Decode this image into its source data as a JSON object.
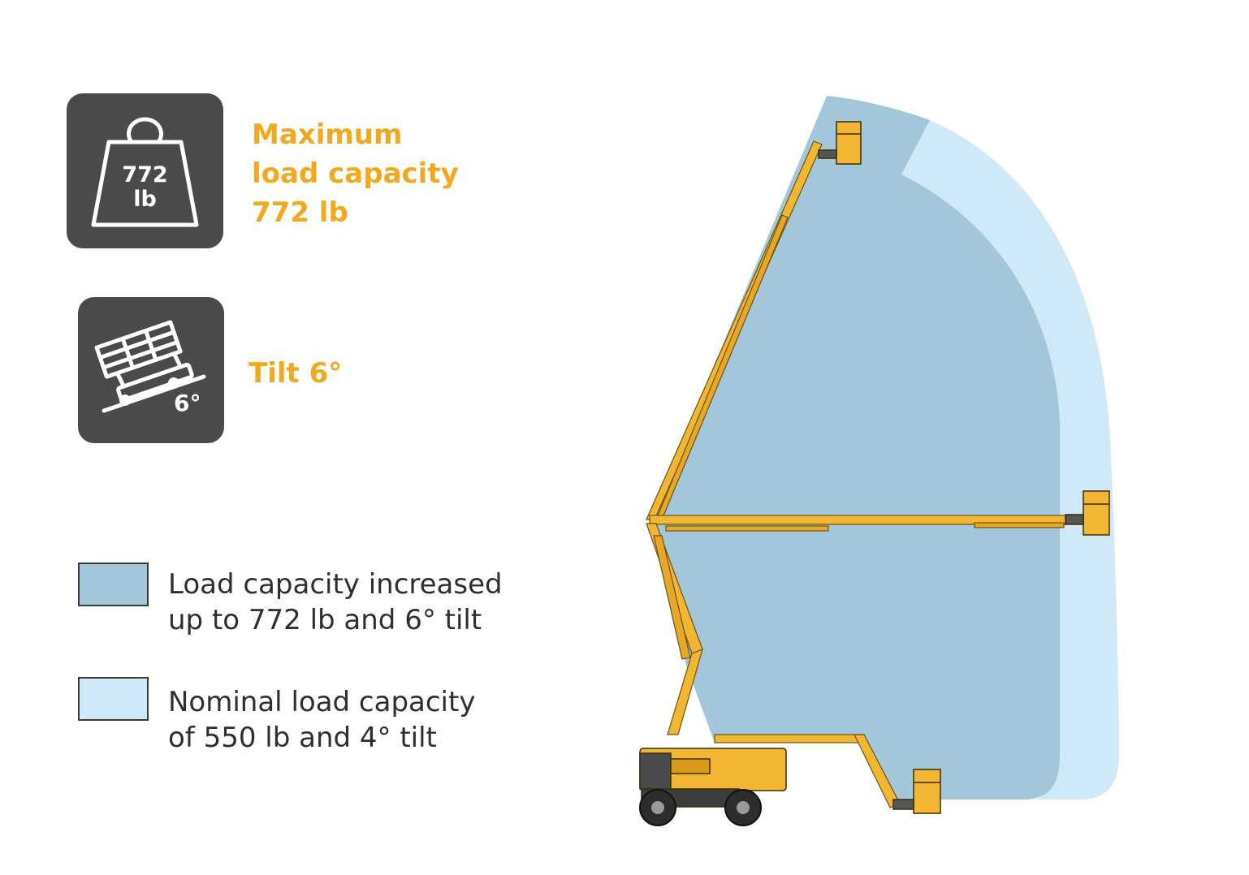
{
  "weight_icon": {
    "label_value": "772",
    "label_unit": "lb"
  },
  "tilt_icon": {
    "label": "6°"
  },
  "max_load": {
    "line1": "Maximum",
    "line2": "load capacity",
    "line3": "772 lb"
  },
  "tilt": {
    "label": "Tilt 6°"
  },
  "legend": {
    "items": [
      {
        "line1": "Load capacity increased",
        "line2": "up to 772 lb and 6° tilt",
        "color": "#a2c6da"
      },
      {
        "line1": "Nominal load capacity",
        "line2": "of 550 lb and 4° tilt",
        "color": "#cfe9f8"
      }
    ]
  },
  "colors": {
    "accent": "#f4a81d",
    "icon_bg": "#4a4a4c",
    "boom": "#f2b632",
    "zone_increased": "#a2c6da",
    "zone_nominal": "#cfe9f8"
  }
}
